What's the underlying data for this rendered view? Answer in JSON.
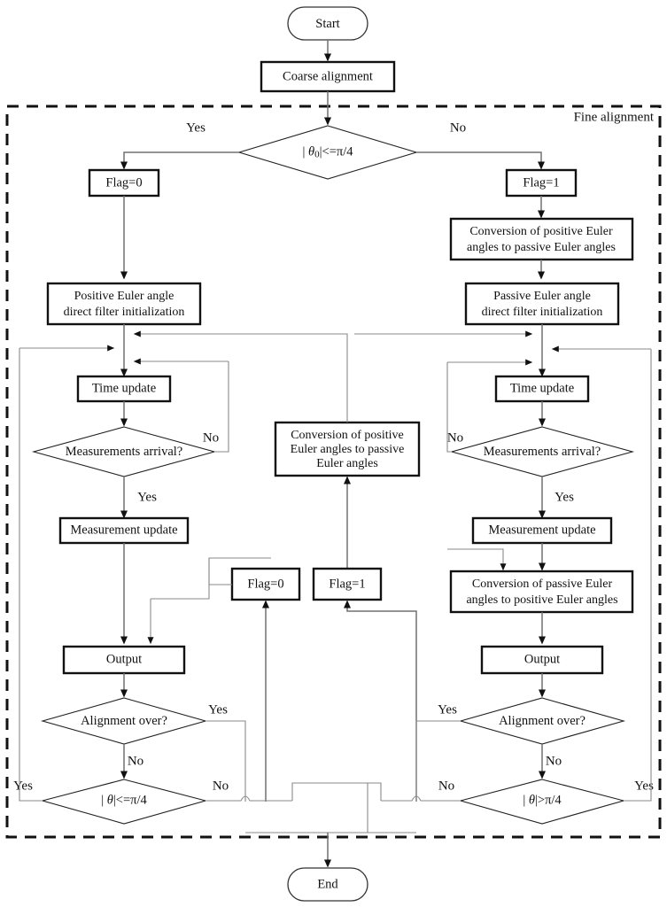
{
  "diagram": {
    "title": "Fine alignment flowchart",
    "frame_label": "Fine alignment",
    "colors": {
      "background": "#ffffff",
      "node_stroke": "#111111",
      "edge_stroke": "#707070",
      "frame_stroke": "#111111"
    },
    "terminals": {
      "start": "Start",
      "end": "End"
    },
    "nodes": {
      "coarse_alignment": "Coarse alignment",
      "decision_theta0": "| θ 0|<=π/4",
      "flag0_top": "Flag=0",
      "flag1_top": "Flag=1",
      "conversion_pos_to_pas_top": "Conversion of positive Euler angles to passive Euler angles",
      "positive_init": "Positive Euler angle direct filter initialization",
      "passive_init": "Passive Euler angle direct filter initialization",
      "time_update_left": "Time update",
      "time_update_right": "Time update",
      "measurements_left": "Measurements arrival?",
      "measurements_right": "Measurements arrival?",
      "measurement_update_left": "Measurement update",
      "measurement_update_right": "Measurement update",
      "conversion_center": "Conversion of positive Euler angles to passive Euler angles",
      "flag0_mid": "Flag=0",
      "flag1_mid": "Flag=1",
      "conversion_pas_to_pos": "Conversion of  passive Euler angles to positive Euler angles",
      "output_left": "Output",
      "output_right": "Output",
      "alignment_over_left": "Alignment over?",
      "alignment_over_right": "Alignment over?",
      "theta_le_left": "| θ |<=π/4",
      "theta_gt_right": "| θ |>π/4"
    },
    "node_lines": {
      "conversion_pos_to_pas_top": [
        "Conversion of positive Euler",
        "angles to passive Euler angles"
      ],
      "positive_init": [
        "Positive Euler angle",
        "direct filter initialization"
      ],
      "passive_init": [
        "Passive Euler angle",
        "direct filter initialization"
      ],
      "conversion_center": [
        "Conversion of positive",
        "Euler angles to passive",
        "Euler angles"
      ],
      "conversion_pas_to_pos": [
        "Conversion of  passive Euler",
        "angles to positive Euler angles"
      ]
    },
    "math_labels": {
      "decision_theta0": {
        "pre": "| ",
        "sym": "θ",
        "sub": "0",
        "post": "|<=π/4"
      },
      "theta_le_left": {
        "pre": "| ",
        "sym": "θ",
        "sub": "",
        "post": "|<=π/4"
      },
      "theta_gt_right": {
        "pre": "| ",
        "sym": "θ",
        "sub": "",
        "post": "|>π/4"
      }
    },
    "branch_labels": {
      "theta0_yes": "Yes",
      "theta0_no": "No",
      "meas_left_no": "No",
      "meas_left_yes": "Yes",
      "meas_right_no": "No",
      "meas_right_yes": "Yes",
      "align_left_yes": "Yes",
      "align_left_no": "No",
      "align_right_yes": "Yes",
      "align_right_no": "No",
      "theta_left_yes": "Yes",
      "theta_left_no": "No",
      "theta_right_no": "No",
      "theta_right_yes": "Yes"
    }
  }
}
